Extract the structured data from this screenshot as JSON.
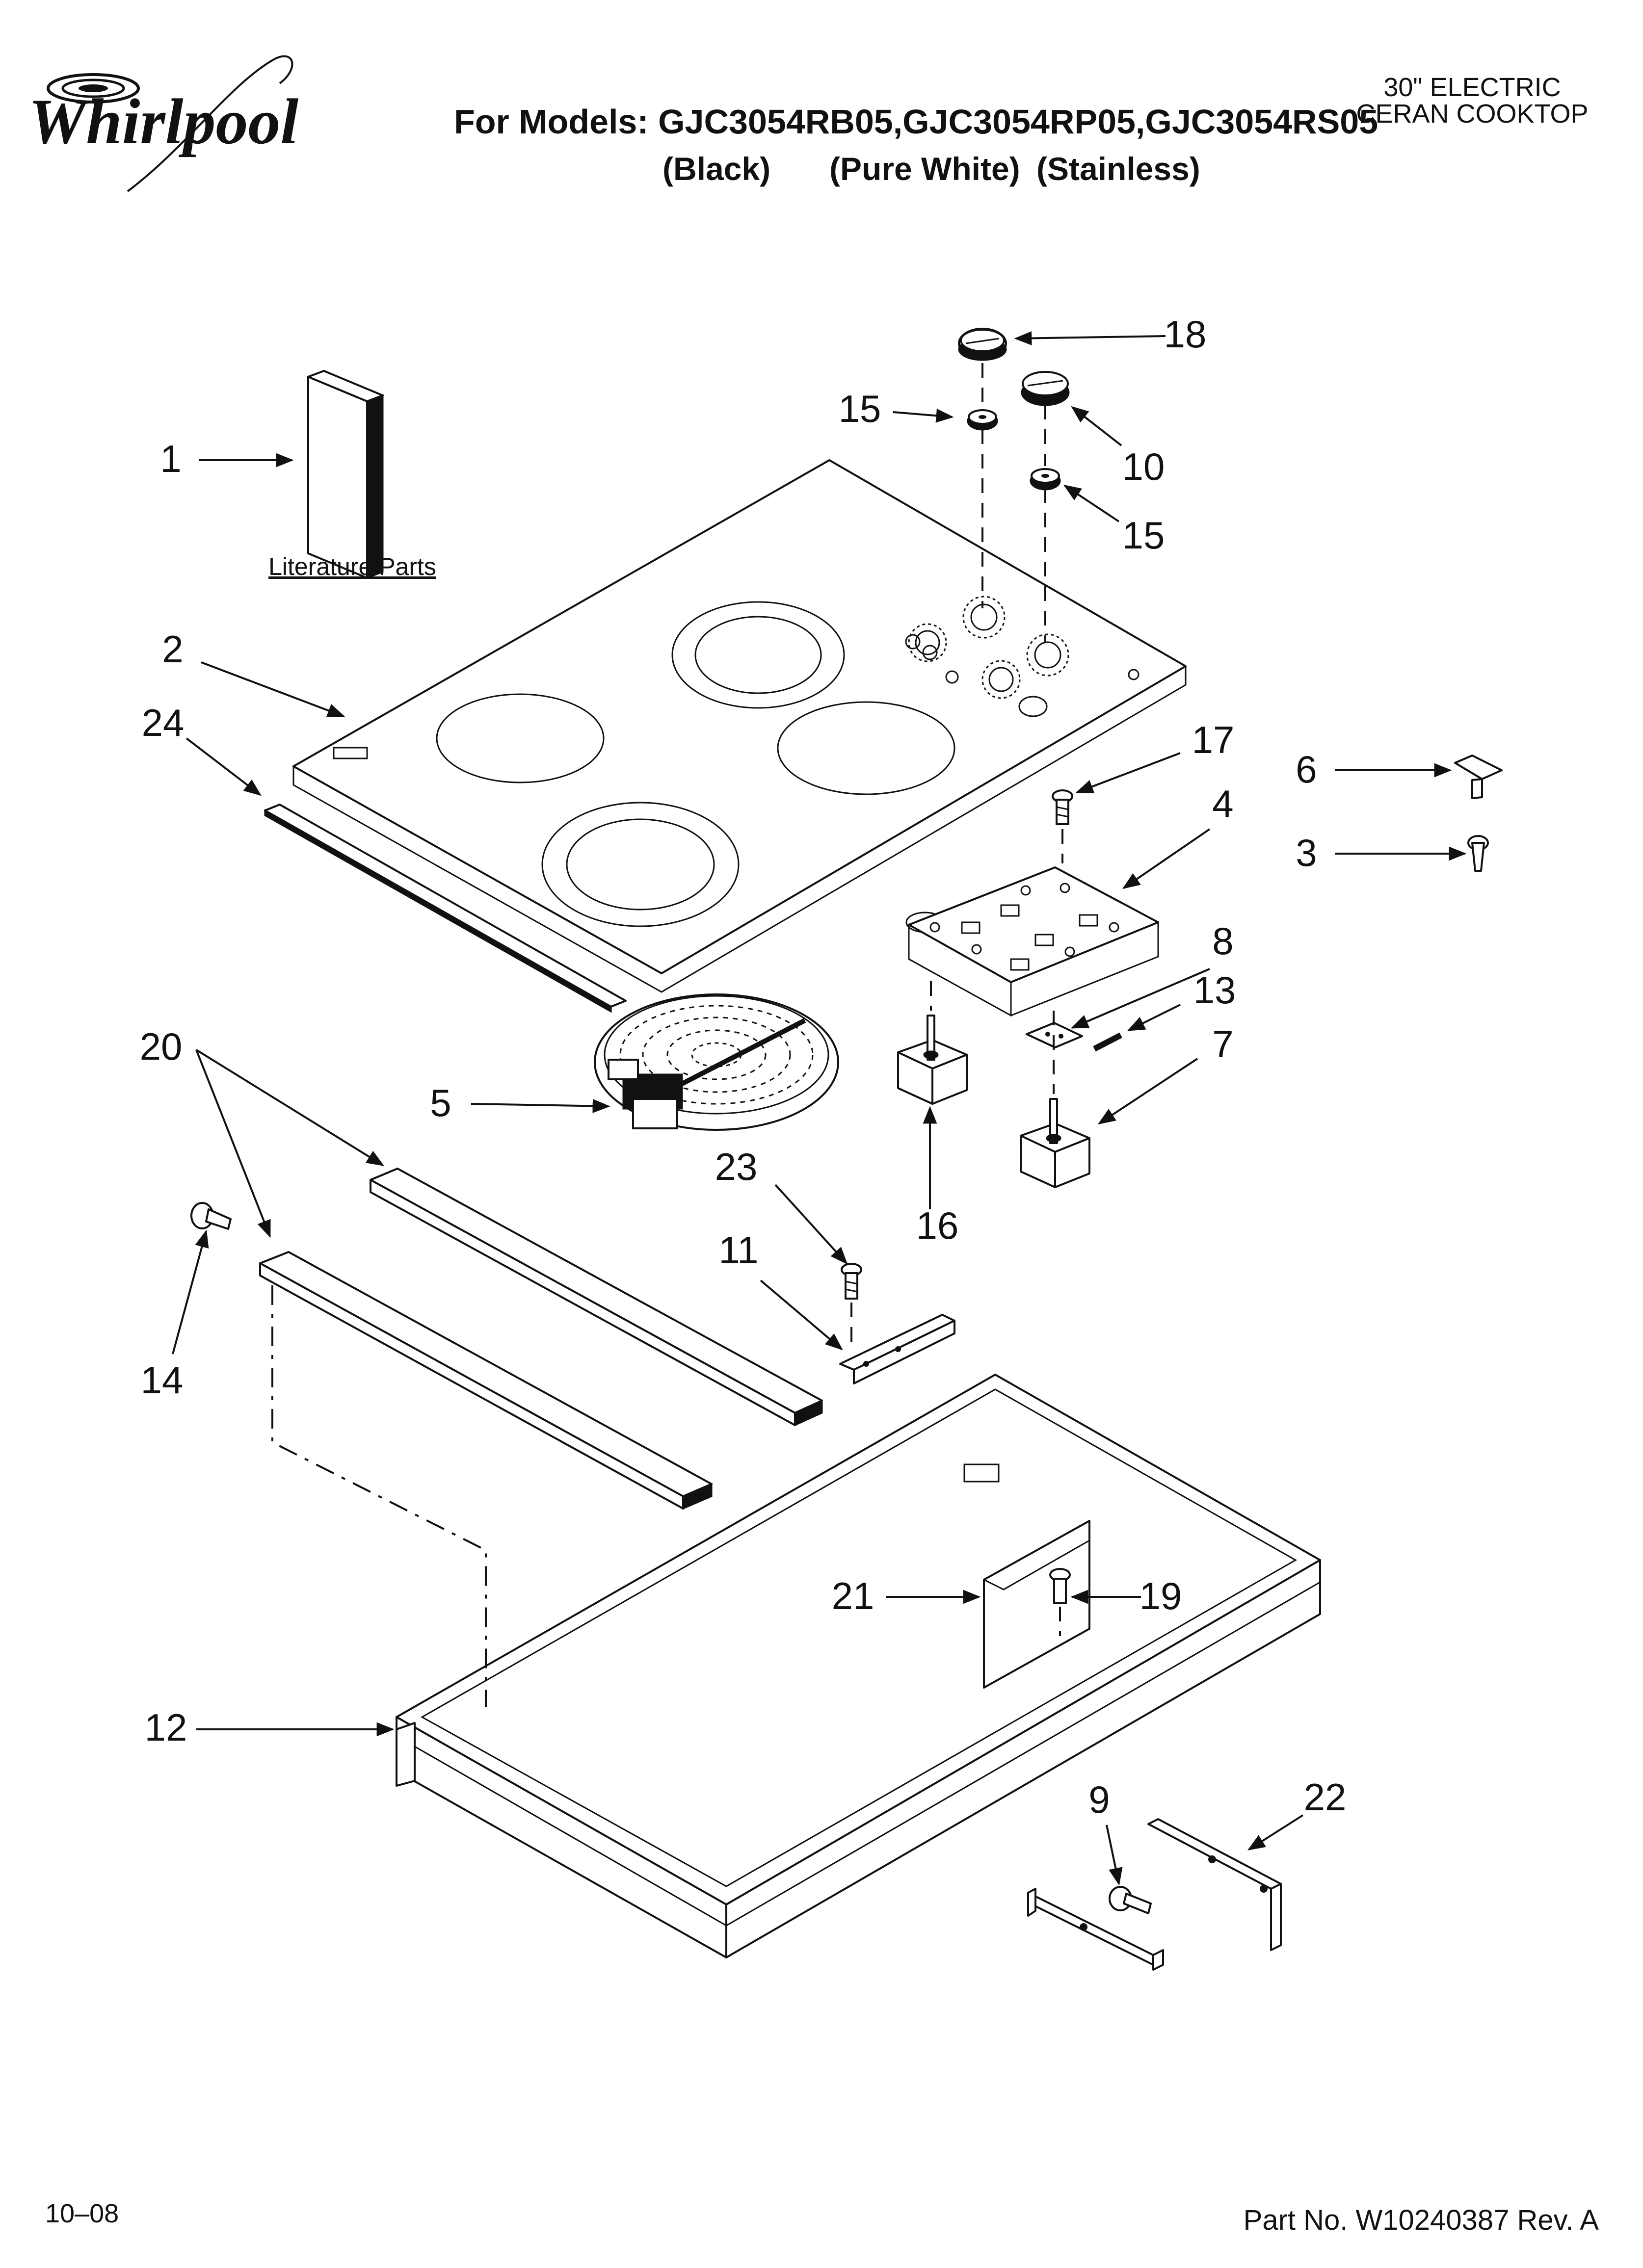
{
  "brand": "Whirlpool",
  "header": {
    "models_line": "For Models: GJC3054RB05,GJC3054RP05,GJC3054RS05",
    "color_black": "(Black)",
    "color_white": "(Pure White)",
    "color_stainless": "(Stainless)",
    "product_line1": "30\" ELECTRIC",
    "product_line2": "CERAN COOKTOP"
  },
  "literature_label": "Literature Parts",
  "callouts": {
    "c1": "1",
    "c2": "2",
    "c3": "3",
    "c4": "4",
    "c5": "5",
    "c6": "6",
    "c7": "7",
    "c8": "8",
    "c9": "9",
    "c10": "10",
    "c11": "11",
    "c12": "12",
    "c13": "13",
    "c14": "14",
    "c15a": "15",
    "c15b": "15",
    "c16": "16",
    "c17": "17",
    "c18": "18",
    "c19": "19",
    "c20": "20",
    "c21": "21",
    "c22": "22",
    "c23": "23",
    "c24": "24"
  },
  "footer": {
    "date": "10–08",
    "part_no": "Part No. W10240387 Rev. A"
  }
}
